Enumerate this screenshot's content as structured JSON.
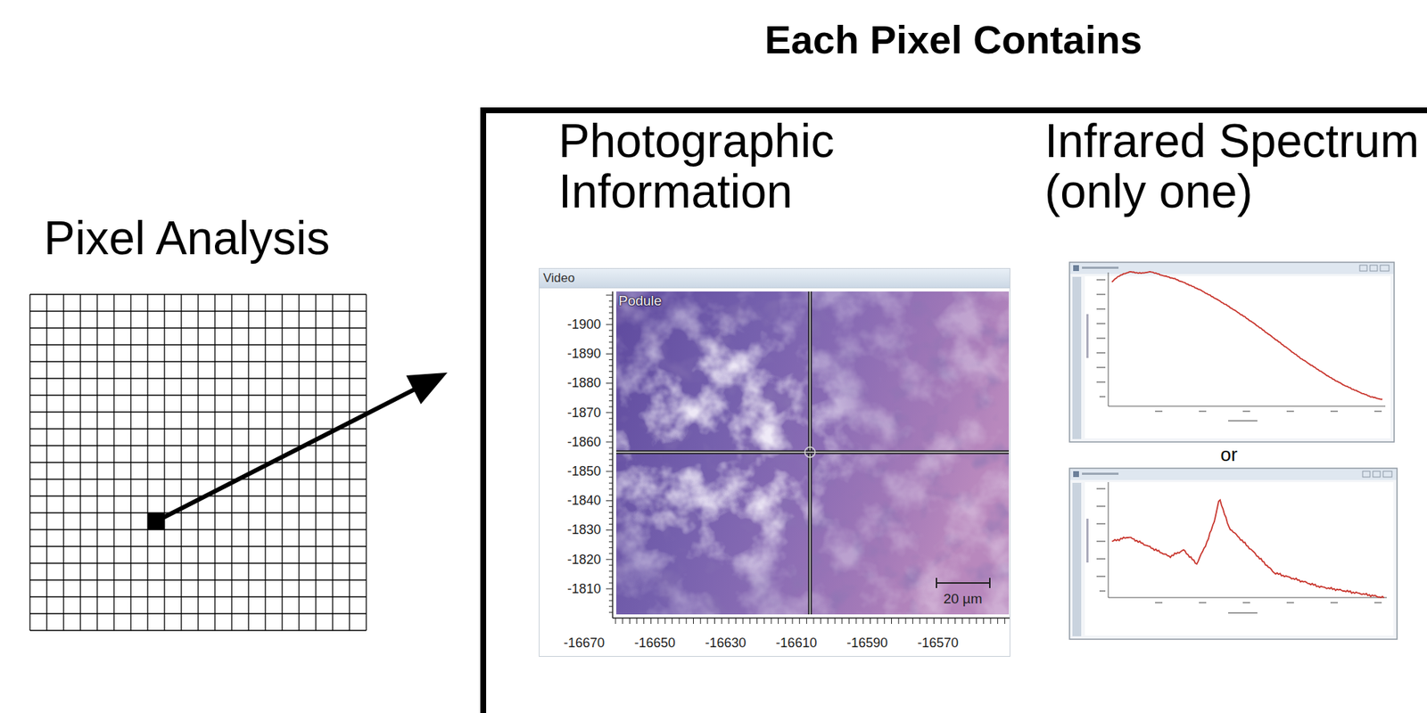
{
  "diagram": {
    "nodes": [
      {
        "text": [
          "Pixel Analysis"
        ]
      },
      {
        "text": [
          "Each Pixel Contains",
          "Photographic Information",
          "Infrared Spectrum (only one)",
          "or"
        ]
      },
      {
        "text": [
          "Video"
        ],
        "in": 1
      }
    ],
    "edges": [
      {
        "from": 0,
        "to": 1,
        "arrow": "to"
      }
    ],
    "labels": [
      "Podule",
      "-1900",
      "-1890",
      "-1880",
      "-1870",
      "-1860",
      "-1850",
      "-1840",
      "-1830",
      "-1820",
      "-1810",
      "-16670",
      "-16650",
      "-16630",
      "-16610",
      "-16590",
      "-16570",
      "20 µm"
    ]
  }
}
